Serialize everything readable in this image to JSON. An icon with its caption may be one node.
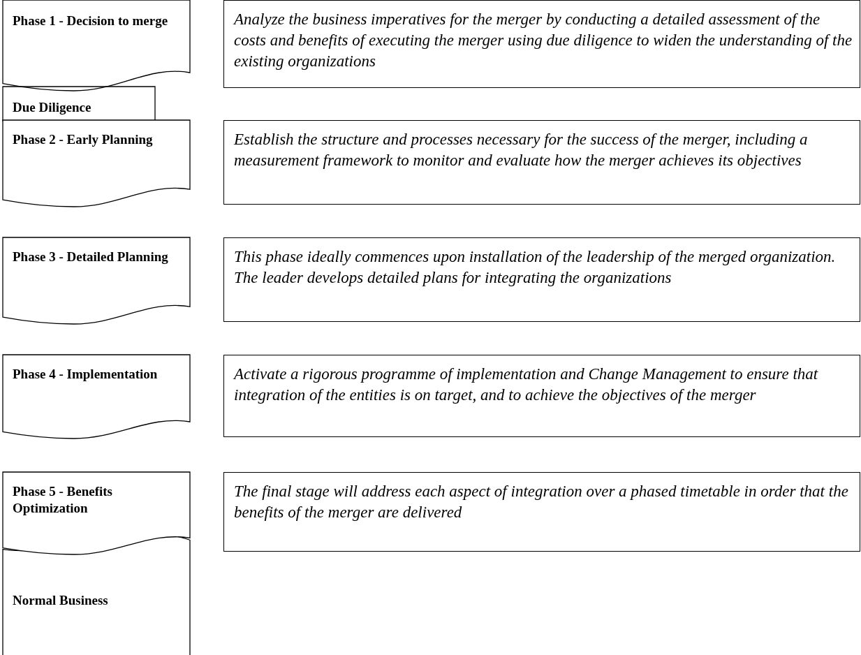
{
  "diagram": {
    "nodes": [
      {
        "text": [
          "Phase 1 - Decision to merge"
        ]
      },
      {
        "text": [
          "Analyze the business imperatives for the merger by conducting a detailed assessment of the costs and benefits of executing the merger using due diligence to widen the understanding of the existing organizations"
        ]
      },
      {
        "text": [
          "Due Diligence"
        ]
      },
      {
        "text": [
          "Phase 2 - Early Planning"
        ]
      },
      {
        "text": [
          "Establish the structure and processes necessary for the success of the merger, including a measurement framework to monitor and evaluate how the merger achieves its objectives"
        ]
      },
      {
        "text": [
          "Phase 3 - Detailed Planning"
        ]
      },
      {
        "text": [
          "This phase ideally commences upon installation of the leadership of the merged organization. The leader develops detailed plans for integrating the organizations"
        ]
      },
      {
        "text": [
          "Phase 4 - Implementation"
        ]
      },
      {
        "text": [
          "Activate a rigorous programme of implementation and Change Management to ensure that integration of the entities is on target, and to achieve the objectives of the merger"
        ]
      },
      {
        "text": [
          "Phase 5 - Benefits Optimization"
        ]
      },
      {
        "text": [
          "The final stage will address each aspect of integration over a phased timetable in order that the benefits of the merger are delivered"
        ]
      },
      {
        "text": [
          "Normal Business"
        ]
      }
    ]
  }
}
